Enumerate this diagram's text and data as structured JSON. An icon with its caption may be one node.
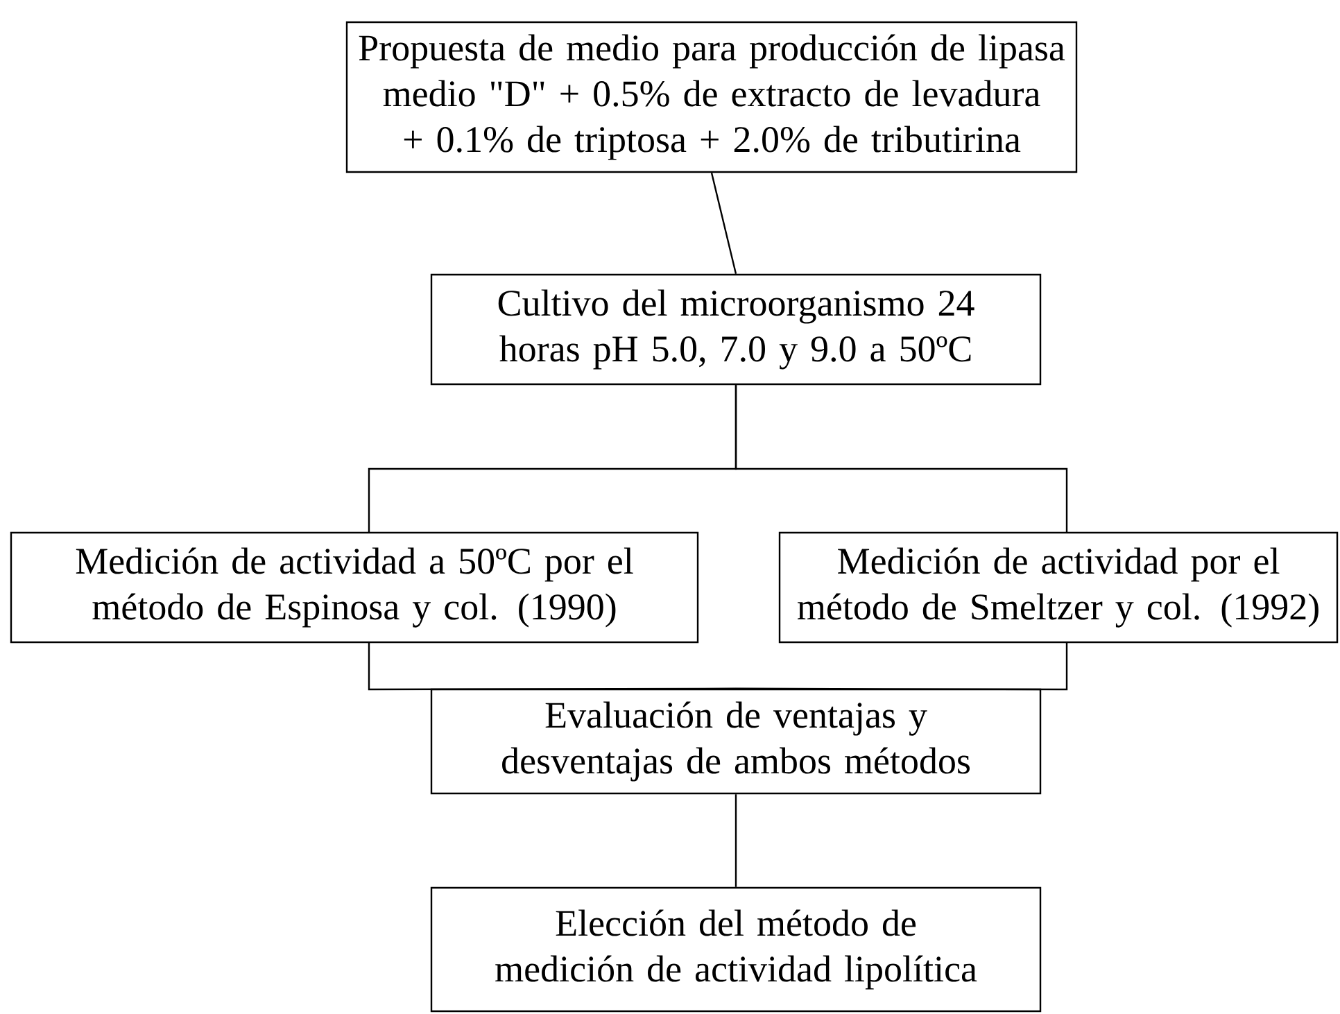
{
  "diagram": {
    "nodes": [
      {
        "text": [
          "Propuesta de medio para producción de lipasa medio \"D\" + 0.5% de extracto de levadura + 0.1% de triptosa + 2.0% de tributirina"
        ]
      },
      {
        "text": [
          "Cultivo del microorganismo 24 horas pH 5.0, 7.0 y 9.0 a 50ºC"
        ]
      },
      {
        "text": [
          "Medición de actividad a 50ºC por el método de Espinosa y col. (1990)"
        ]
      },
      {
        "text": [
          "Medición de actividad por el método de Smeltzer y col. (1992)"
        ]
      },
      {
        "text": [
          "Evaluación de ventajas y desventajas de ambos métodos"
        ]
      },
      {
        "text": [
          "Elección del método de medición de actividad lipolítica"
        ]
      }
    ],
    "edges": [
      {
        "from": 0,
        "to": 1,
        "arrow": "none"
      },
      {
        "from": 1,
        "to": 2,
        "arrow": "none"
      },
      {
        "from": 1,
        "to": 3,
        "arrow": "none"
      },
      {
        "from": 2,
        "to": 4,
        "arrow": "none"
      },
      {
        "from": 3,
        "to": 4,
        "arrow": "none"
      },
      {
        "from": 4,
        "to": 5,
        "arrow": "none"
      }
    ]
  }
}
